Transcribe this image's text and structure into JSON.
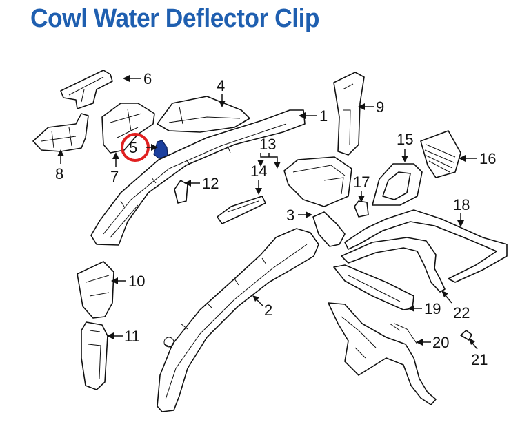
{
  "title": "Cowl Water Deflector Clip",
  "colors": {
    "title": "#1f5fb0",
    "highlight_circle": "#e02020",
    "highlighted_part": "#1b3f9e"
  },
  "callouts": {
    "c1": "1",
    "c2": "2",
    "c3": "3",
    "c4": "4",
    "c5": "5",
    "c6": "6",
    "c7": "7",
    "c8": "8",
    "c9": "9",
    "c10": "10",
    "c11": "11",
    "c12": "12",
    "c13": "13",
    "c14": "14",
    "c15": "15",
    "c16": "16",
    "c17": "17",
    "c18": "18",
    "c19": "19",
    "c20": "20",
    "c21": "21",
    "c22": "22"
  },
  "highlighted_callout": "5"
}
